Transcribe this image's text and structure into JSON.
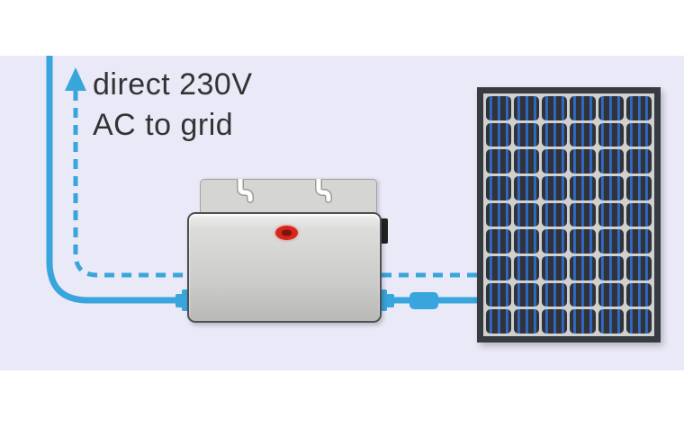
{
  "annotation": {
    "line1": "direct 230V",
    "line2": "AC to grid"
  },
  "solar_panel": {
    "rows": 9,
    "cols": 6,
    "stripes_per_cell": 3
  },
  "icons": {
    "arrow": "up-arrow-icon",
    "led": "status-led"
  },
  "colors": {
    "stage_bg": "#e9e9f8",
    "cable_blue": "#38a5dc",
    "text_color": "#333333",
    "bracket_fill": "#d5d5d3",
    "bracket_border": "#a2a2a0",
    "inverter_border": "#4f5056",
    "led_outer": "#d9261c",
    "led_inner": "#7c130e",
    "panel_frame": "#363b41",
    "panel_backsheet": "#d0d0cf",
    "cell_fill": "#323338",
    "cell_stripe": "#2e6bc8"
  }
}
